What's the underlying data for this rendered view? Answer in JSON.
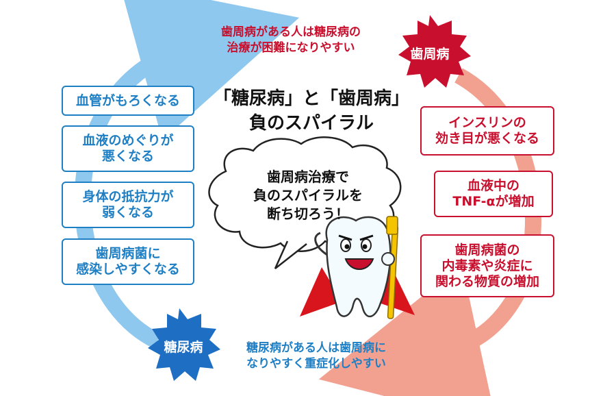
{
  "title": "「糖尿病」と「歯周病」\n負のスパイラル",
  "periodontal_burst": {
    "label": "歯周病",
    "color": "#c8102e"
  },
  "diabetes_burst": {
    "label": "糖尿病",
    "color": "#1e6fc4"
  },
  "top_caption": "歯周病がある人は糖尿病の\n治療が困難になりやすい",
  "bottom_caption": "糖尿病がある人は歯周病に\nなりやすく重症化しやすい",
  "left_boxes": [
    "血管がもろくなる",
    "血液のめぐりが\n悪くなる",
    "身体の抵抗力が\n弱くなる",
    "歯周病菌に\n感染しやすくなる"
  ],
  "right_boxes": [
    "インスリンの\n効き目が悪くなる",
    "血液中の\nTNF-αが増加",
    "歯周病菌の\n内毒素や炎症に\n関わる物質の増加"
  ],
  "speech_bubble": "歯周病治療で\n負のスパイラルを\n断ち切ろう！",
  "colors": {
    "blue_arrow": "#8ec8ef",
    "red_arrow": "#f2a08f",
    "blue_text": "#1e7fc4",
    "red_text": "#c8102e",
    "toothbrush": "#f5c400",
    "cape": "#d8141c"
  }
}
